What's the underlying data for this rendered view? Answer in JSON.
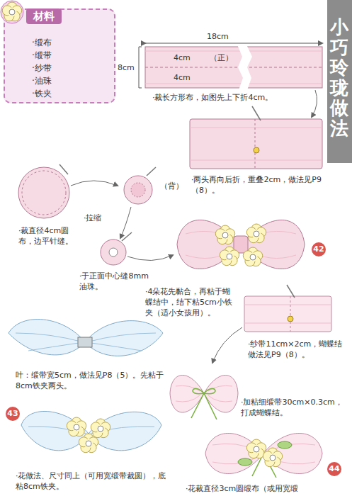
{
  "diagram": {
    "title": "小巧玲珑做法",
    "nodes": [
      {
        "text": [
          "材料",
          "·缎布",
          "·缎带",
          "·纱带",
          "·油珠",
          "·铁夹"
        ]
      },
      {
        "text": [
          "42"
        ]
      },
      {
        "text": [
          "43"
        ]
      },
      {
        "text": [
          "44"
        ]
      }
    ],
    "labels": [
      "18cm",
      "8cm",
      "4cm",
      "（正）",
      "4cm",
      "·裁长方形布，如图先上下折4cm。",
      "（背）",
      "·两头再向后折，重叠2cm，做法见P9（8）。",
      "·拉缩",
      "·裁直径4cm圆布，边平针缝。",
      "·于正面中心缝8mm油珠。",
      "·4朵花先黏合，再粘于蝴蝶结中，结下粘5cm小铁夹（适小女孩用）。",
      "·纱带11cm×2cm，蝴蝶结做法见P9（8）。",
      "叶：缎带宽5cm，做法见P8（5）。先粘于8cm铁夹两头。",
      "·加粘细缎带30cm×0.3cm，打成蝴蝶结。",
      "·花做法、尺寸同上（可用宽缎带裁圆），底粘8cm铁夹。",
      "·花裁直径3cm圆缎布（或用宽缎"
    ]
  }
}
